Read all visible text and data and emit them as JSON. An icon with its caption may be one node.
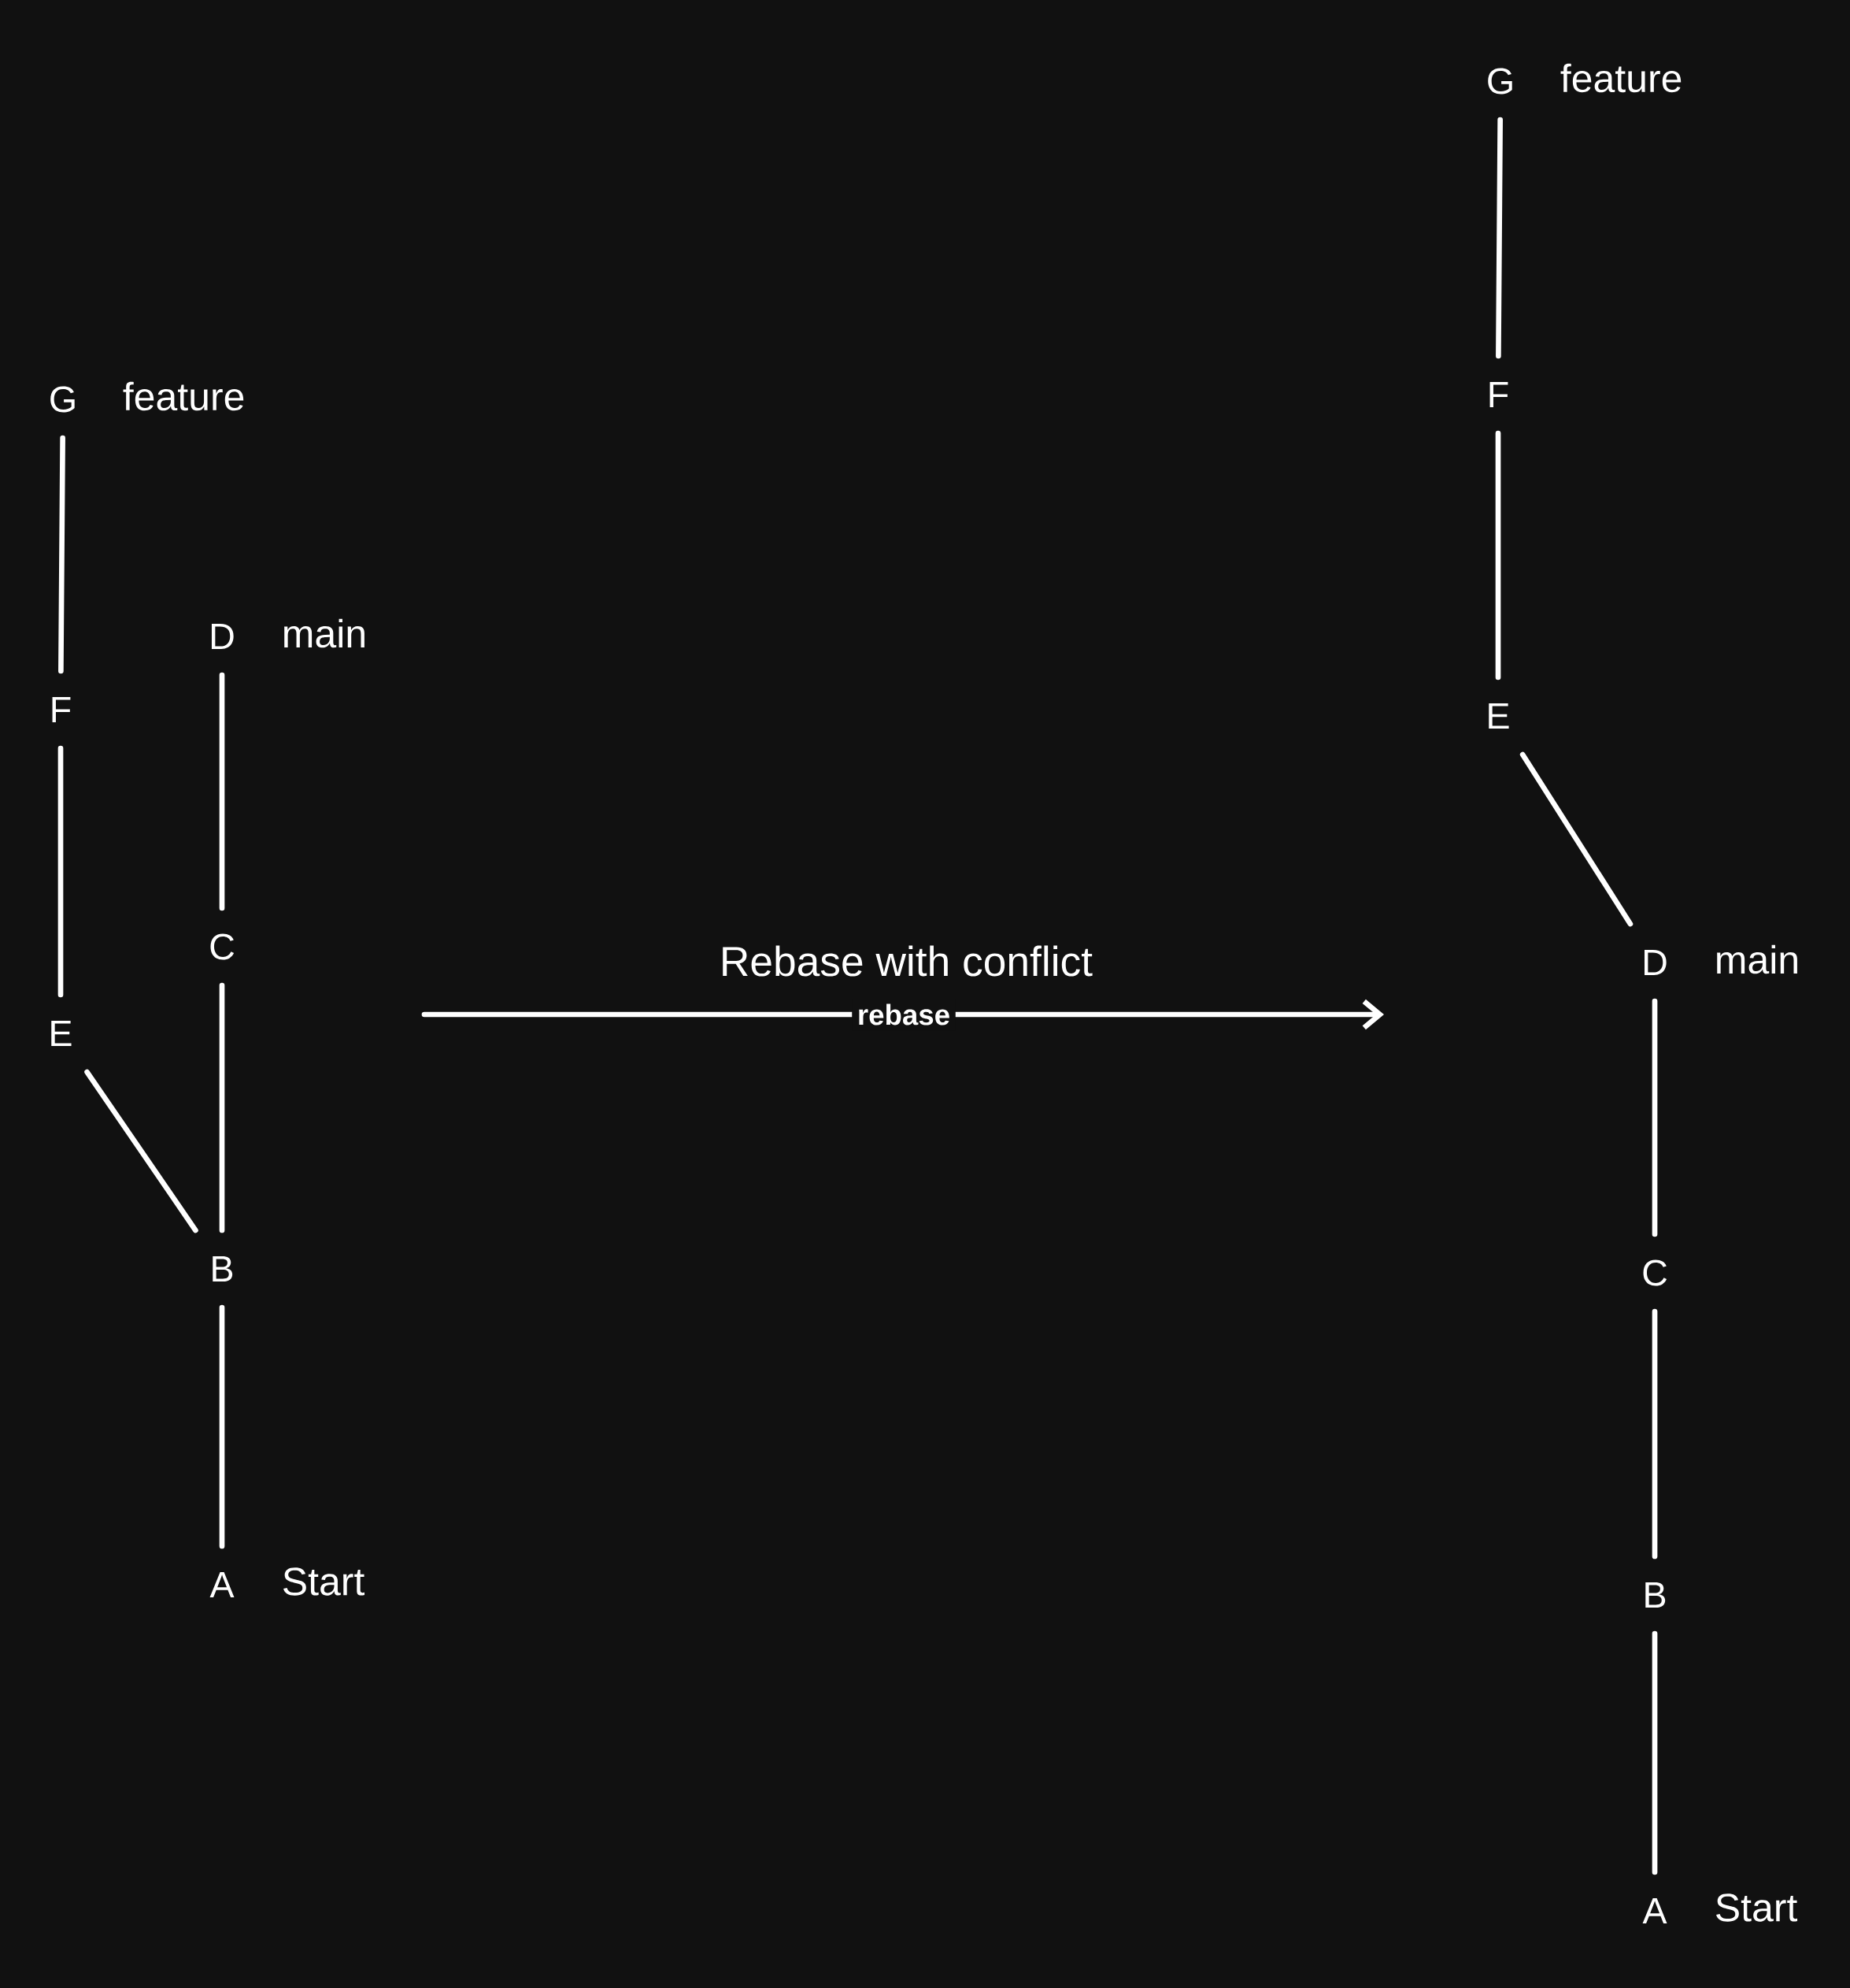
{
  "diagram": {
    "title": "Rebase with conflict",
    "nodes": [
      {
        "text": [
          "G"
        ],
        "beside": [
          "feature"
        ]
      },
      {
        "text": [
          "F"
        ]
      },
      {
        "text": [
          "E"
        ]
      },
      {
        "text": [
          "D"
        ],
        "beside": [
          "main"
        ]
      },
      {
        "text": [
          "C"
        ]
      },
      {
        "text": [
          "B"
        ]
      },
      {
        "text": [
          "A"
        ],
        "beside": [
          "Start"
        ]
      },
      {
        "text": [
          "G"
        ],
        "beside": [
          "feature"
        ]
      },
      {
        "text": [
          "F"
        ]
      },
      {
        "text": [
          "E"
        ]
      },
      {
        "text": [
          "D"
        ],
        "beside": [
          "main"
        ]
      },
      {
        "text": [
          "C"
        ]
      },
      {
        "text": [
          "B"
        ]
      },
      {
        "text": [
          "A"
        ],
        "beside": [
          "Start"
        ]
      }
    ],
    "edges": [
      {
        "from": 0,
        "to": 1,
        "arrow": "none"
      },
      {
        "from": 1,
        "to": 2,
        "arrow": "none"
      },
      {
        "from": 2,
        "to": 5,
        "arrow": "none"
      },
      {
        "from": 3,
        "to": 4,
        "arrow": "none"
      },
      {
        "from": 4,
        "to": 5,
        "arrow": "none"
      },
      {
        "from": 5,
        "to": 6,
        "arrow": "none"
      },
      {
        "from": 7,
        "to": 8,
        "arrow": "none"
      },
      {
        "from": 8,
        "to": 9,
        "arrow": "none"
      },
      {
        "from": 9,
        "to": 10,
        "arrow": "none"
      },
      {
        "from": 10,
        "to": 11,
        "arrow": "none"
      },
      {
        "from": 11,
        "to": 12,
        "arrow": "none"
      },
      {
        "from": 12,
        "to": 13,
        "arrow": "none"
      }
    ],
    "labels": [
      "rebase"
    ]
  }
}
